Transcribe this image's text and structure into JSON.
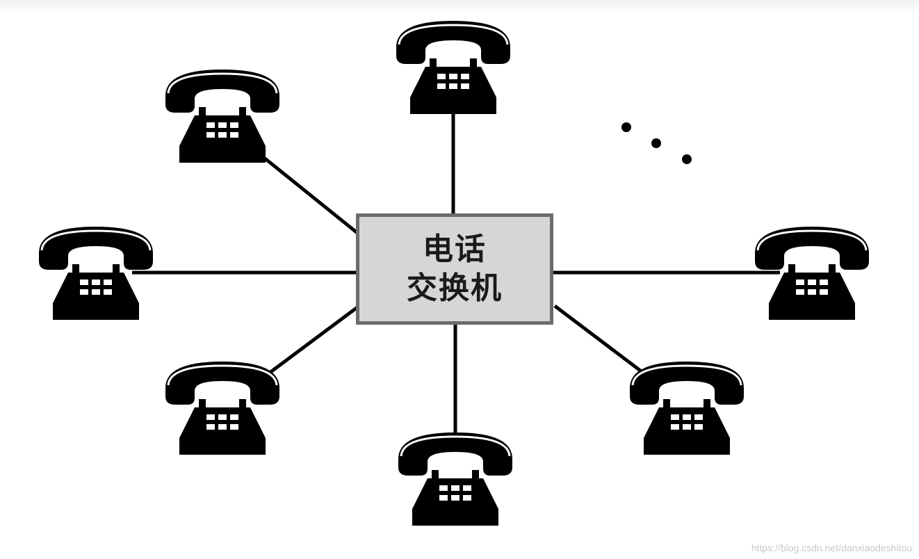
{
  "switch": {
    "line1": "电话",
    "line2": "交换机"
  },
  "phones": [
    {
      "id": "top",
      "icon": "telephone-icon"
    },
    {
      "id": "upper-left",
      "icon": "telephone-icon"
    },
    {
      "id": "left",
      "icon": "telephone-icon"
    },
    {
      "id": "lower-left",
      "icon": "telephone-icon"
    },
    {
      "id": "bottom",
      "icon": "telephone-icon"
    },
    {
      "id": "lower-right",
      "icon": "telephone-icon"
    },
    {
      "id": "right",
      "icon": "telephone-icon"
    }
  ],
  "ellipsis_icon": "ellipsis-dots-icon",
  "watermark": "https://blog.csdn.net/danxiaodeshitou"
}
